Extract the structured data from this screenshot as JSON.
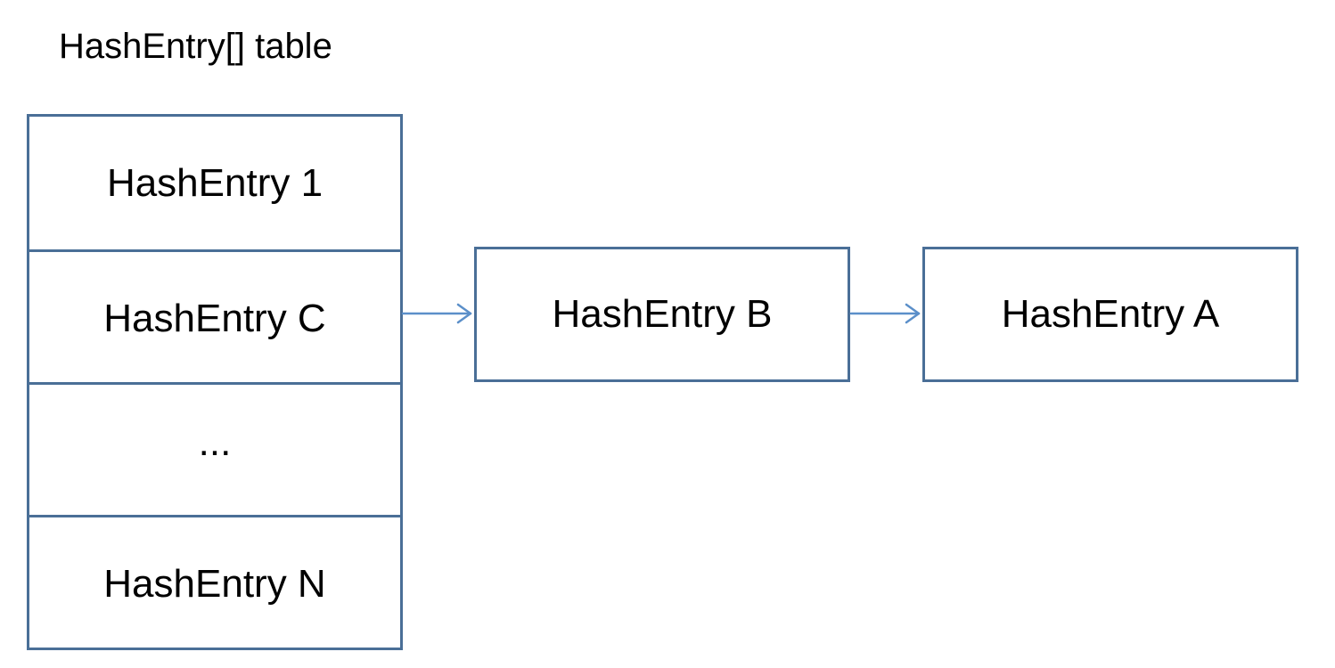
{
  "title": "HashEntry[] table",
  "table": {
    "cells": [
      {
        "label": "HashEntry 1"
      },
      {
        "label": "HashEntry C"
      },
      {
        "label": "..."
      },
      {
        "label": "HashEntry N"
      }
    ]
  },
  "chain": {
    "nodes": [
      {
        "label": "HashEntry B"
      },
      {
        "label": "HashEntry A"
      }
    ]
  },
  "colors": {
    "border": "#4a6f97",
    "arrow": "#5b8fc9"
  }
}
